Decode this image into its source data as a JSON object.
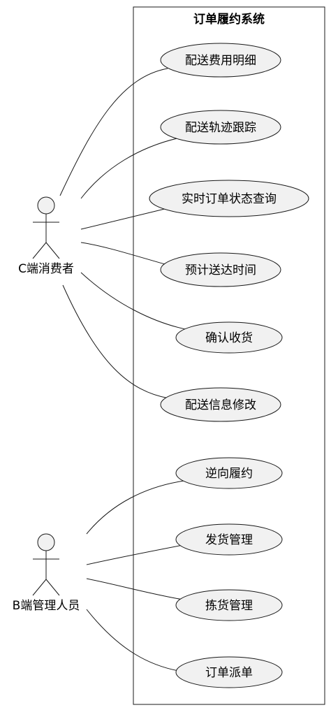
{
  "system": {
    "title": "订单履约系统"
  },
  "actors": [
    {
      "id": "c",
      "label": "C端消费者"
    },
    {
      "id": "b",
      "label": "B端管理人员"
    }
  ],
  "use_cases": [
    {
      "label": "配送费用明细",
      "actor": "c"
    },
    {
      "label": "配送轨迹跟踪",
      "actor": "c"
    },
    {
      "label": "实时订单状态查询",
      "actor": "c"
    },
    {
      "label": "预计送达时间",
      "actor": "c"
    },
    {
      "label": "确认收货",
      "actor": "c"
    },
    {
      "label": "配送信息修改",
      "actor": "c"
    },
    {
      "label": "逆向履约",
      "actor": "b"
    },
    {
      "label": "发货管理",
      "actor": "b"
    },
    {
      "label": "拣货管理",
      "actor": "b"
    },
    {
      "label": "订单派单",
      "actor": "b"
    }
  ],
  "colors": {
    "usecase_fill": "#F1F1F1",
    "actor_fill": "#F1F1F1",
    "stroke": "#181818",
    "background": "#FFFFFF"
  }
}
